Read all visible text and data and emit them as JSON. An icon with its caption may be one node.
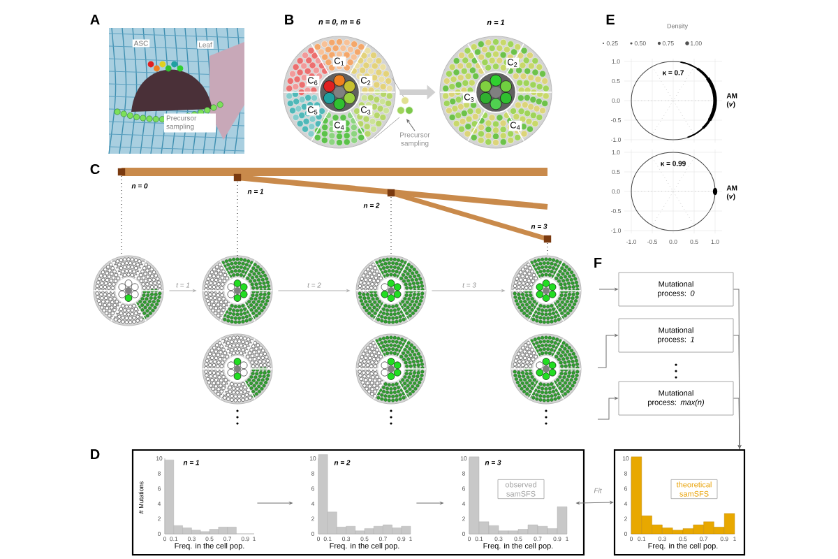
{
  "diagram": {
    "nodes": [
      {
        "text": [],
        "shape": "circle"
      },
      {
        "text": [],
        "shape": "circle"
      },
      {
        "text": [
          "Precursor sampling"
        ]
      },
      {
        "text": [],
        "shape": "circle"
      },
      {
        "text": [],
        "shape": "circle"
      },
      {
        "text": [],
        "shape": "circle"
      },
      {
        "text": [],
        "shape": "circle"
      },
      {
        "text": [],
        "shape": "circle"
      },
      {
        "text": [],
        "shape": "circle"
      },
      {
        "text": [],
        "shape": "circle"
      },
      {
        "text": [
          "Mutational process: *0*"
        ]
      },
      {
        "text": [
          "Mutational process: *1*"
        ]
      },
      {
        "text": [
          "Mutational process: *max(n)*"
        ]
      },
      {
        "text": [],
        "shape": "box"
      },
      {
        "text": [
          "# Mutations",
          "n = 1",
          "Freq. in the cell pop."
        ],
        "in": 13
      },
      {
        "text": [
          "n = 2",
          "Freq. in the cell pop."
        ],
        "in": 13
      },
      {
        "text": [
          "n = 3",
          "observed samSFS",
          "Freq. in the cell pop."
        ],
        "in": 13
      },
      {
        "text": [
          "theoretical samSFS",
          "Freq. in the cell pop."
        ]
      }
    ],
    "edges": [
      {
        "from": 0,
        "to": 1,
        "arrow": "to",
        "style": "thick",
        "color": "#d0d0d0"
      },
      {
        "from": 2,
        "to": null,
        "arrow": "to"
      },
      {
        "from": 3,
        "to": 4,
        "arrow": "to",
        "label": "t = 1",
        "color": "#b0b0b0"
      },
      {
        "from": 4,
        "to": 5,
        "arrow": "to",
        "label": "t = 2",
        "color": "#b0b0b0"
      },
      {
        "from": 5,
        "to": 6,
        "arrow": "to",
        "label": "t = 3",
        "color": "#b0b0b0"
      },
      {
        "from": null,
        "to": 10,
        "arrow": "to"
      },
      {
        "from": null,
        "to": 11,
        "arrow": "to"
      },
      {
        "from": null,
        "to": 12,
        "arrow": "to"
      },
      {
        "from": 10,
        "to": 17,
        "arrow": "to"
      },
      {
        "from": 11,
        "to": 17,
        "arrow": "to"
      },
      {
        "from": 12,
        "to": 17,
        "arrow": "to"
      },
      {
        "from": 14,
        "to": 15,
        "arrow": "to"
      },
      {
        "from": 15,
        "to": 16,
        "arrow": "to"
      },
      {
        "from": 16,
        "to": 17,
        "arrow": "both",
        "label": "Fit"
      }
    ],
    "labels": [
      "A",
      "ASC",
      "Leaf",
      "Precursor sampling",
      "B",
      "n = 0, m = 6",
      "n = 1",
      "C$_{1}$",
      "C$_{6}$",
      "C$_{2}$",
      "C$_{5}$",
      "C$_{3}$",
      "C$_{4}$",
      "C$_{2}$",
      "C$_{3}$",
      "C$_{4}$",
      "E",
      "Density",
      "1.0",
      "0.5",
      "0.0",
      "-0.5",
      "-1.0",
      "κ = 0.7",
      "AM (*v*)",
      "1.0",
      "0.5",
      "0.0",
      "-0.5",
      "-1.0",
      "κ = 0.99",
      "AM (*v*)",
      "-1.0",
      "-0.5",
      "0.0",
      "0.5",
      "1.0",
      "C",
      "n = 0",
      "n = 1",
      "n = 2",
      "n = 3",
      "F",
      "D",
      "10",
      "8",
      "6",
      "4",
      "2",
      "0",
      "0",
      "0.1",
      "0.3",
      "0.5",
      "0.7",
      "0.9",
      "1",
      "10",
      "8",
      "6",
      "4",
      "2",
      "0",
      "0",
      "0.1",
      "0.3",
      "0.5",
      "0.7",
      "0.9",
      "1",
      "10",
      "8",
      "6",
      "4",
      "2",
      "0",
      "0",
      "0.1",
      "0.3",
      "0.5",
      "0.7",
      "0.9",
      "1",
      "10",
      "8",
      "6",
      "4",
      "2",
      "0",
      "0",
      "0.1",
      "0.3",
      "0.5",
      "0.7",
      "0.9",
      "1"
    ],
    "legend": [
      {
        "text": "0.25"
      },
      {
        "text": "0.50"
      },
      {
        "text": "0.75"
      },
      {
        "text": "1.00"
      }
    ]
  }
}
